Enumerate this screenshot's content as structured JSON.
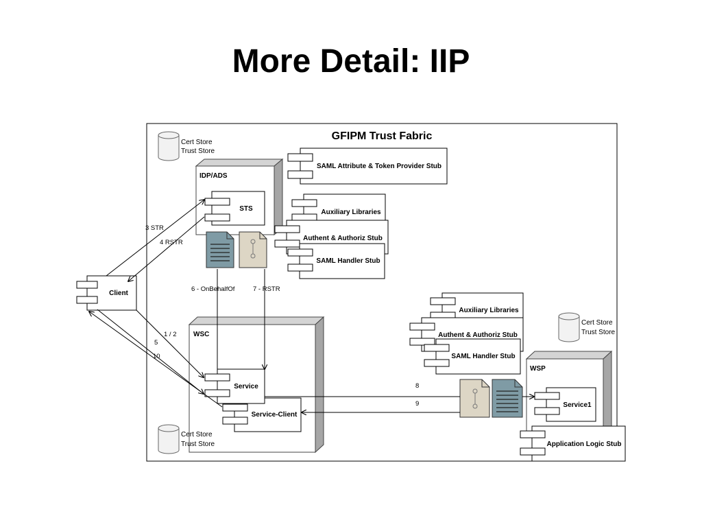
{
  "slide": {
    "title": "More Detail: IIP"
  },
  "fabric": {
    "title": "GFIPM Trust Fabric"
  },
  "cert_stores": {
    "top_left": {
      "line1": "Cert Store",
      "line2": "Trust Store"
    },
    "right": {
      "line1": "Cert Store",
      "line2": "Trust Store"
    },
    "bottom_left": {
      "line1": "Cert Store",
      "line2": "Trust Store"
    }
  },
  "idp": {
    "node_label": "IDP/ADS",
    "sts_label": "STS",
    "stubs": {
      "saml_attr": "SAML Attribute & Token Provider Stub",
      "aux": "Auxiliary Libraries",
      "authn": "Authent & Authoriz Stub",
      "saml_handler": "SAML Handler Stub"
    }
  },
  "client": {
    "label": "Client"
  },
  "wsc": {
    "node_label": "WSC",
    "service_label": "Service",
    "service_client_label": "Service-Client"
  },
  "wsp": {
    "node_label": "WSP",
    "service1_label": "Service1",
    "app_logic_label": "Application Logic Stub",
    "stubs": {
      "aux": "Auxiliary Libraries",
      "authn": "Authent & Authoriz Stub",
      "saml_handler": "SAML Handler Stub"
    }
  },
  "flows": {
    "str3": "3 STR",
    "rstr4": "4 RSTR",
    "obo6": "6 - OnBehalfOf",
    "rstr7": "7 - RSTR",
    "f12": "1 / 2",
    "f5": "5",
    "f10": "10",
    "f8": "8",
    "f9": "9"
  },
  "colors": {
    "document_blue": "#7f9ba5",
    "document_beige": "#ddd6c5",
    "node_shade": "#b8b8b8",
    "cylinder_fill": "#f2f2f2"
  }
}
